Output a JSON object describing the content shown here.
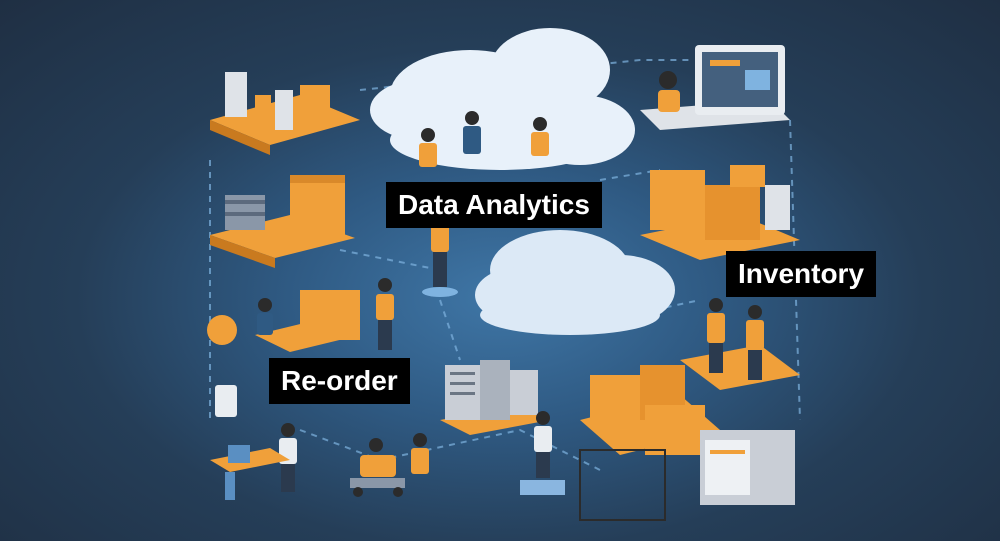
{
  "labels": {
    "data_analytics": "Data Analytics",
    "inventory": "Inventory",
    "reorder": "Re-order"
  },
  "colors": {
    "background": "#2b3a4e",
    "accent_orange": "#f0a03a",
    "cloud": "#e8f1fa",
    "server_gray": "#c9ced6"
  }
}
